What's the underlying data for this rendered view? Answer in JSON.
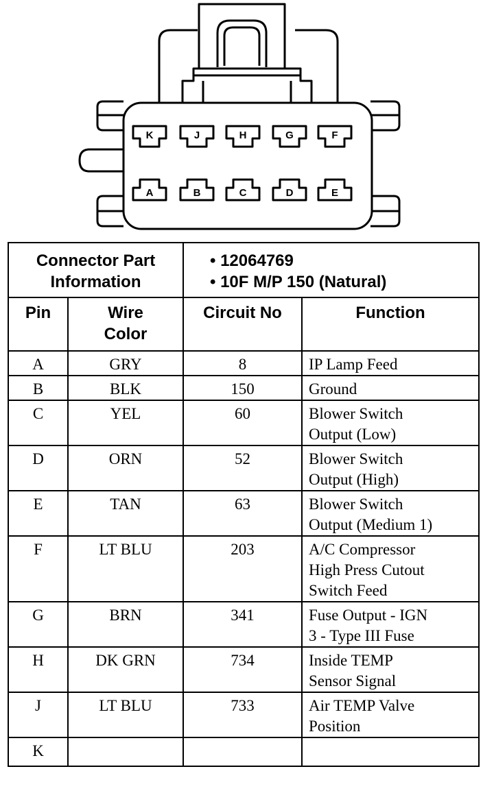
{
  "connector": {
    "top_row_pins": [
      "K",
      "J",
      "H",
      "G",
      "F"
    ],
    "bottom_row_pins": [
      "A",
      "B",
      "C",
      "D",
      "E"
    ]
  },
  "table": {
    "part_info_label_line1": "Connector Part",
    "part_info_label_line2": "Information",
    "part_number": "• 12064769",
    "part_description": "• 10F M/P 150 (Natural)",
    "headers": {
      "pin": "Pin",
      "wire_color_line1": "Wire",
      "wire_color_line2": "Color",
      "circuit_no": "Circuit No",
      "function": "Function"
    },
    "rows": [
      {
        "pin": "A",
        "wire": "GRY",
        "circuit": "8",
        "function": "IP Lamp Feed"
      },
      {
        "pin": "B",
        "wire": "BLK",
        "circuit": "150",
        "function": "Ground"
      },
      {
        "pin": "C",
        "wire": "YEL",
        "circuit": "60",
        "function": "Blower Switch\nOutput (Low)"
      },
      {
        "pin": "D",
        "wire": "ORN",
        "circuit": "52",
        "function": "Blower Switch\nOutput (High)"
      },
      {
        "pin": "E",
        "wire": "TAN",
        "circuit": "63",
        "function": "Blower Switch\nOutput (Medium 1)"
      },
      {
        "pin": "F",
        "wire": "LT BLU",
        "circuit": "203",
        "function": "A/C Compressor\nHigh Press Cutout\nSwitch Feed"
      },
      {
        "pin": "G",
        "wire": "BRN",
        "circuit": "341",
        "function": "Fuse Output - IGN\n3 - Type III Fuse"
      },
      {
        "pin": "H",
        "wire": "DK GRN",
        "circuit": "734",
        "function": "Inside TEMP\nSensor Signal"
      },
      {
        "pin": "J",
        "wire": "LT BLU",
        "circuit": "733",
        "function": "Air TEMP Valve\nPosition"
      },
      {
        "pin": "K",
        "wire": "",
        "circuit": "",
        "function": ""
      }
    ]
  }
}
